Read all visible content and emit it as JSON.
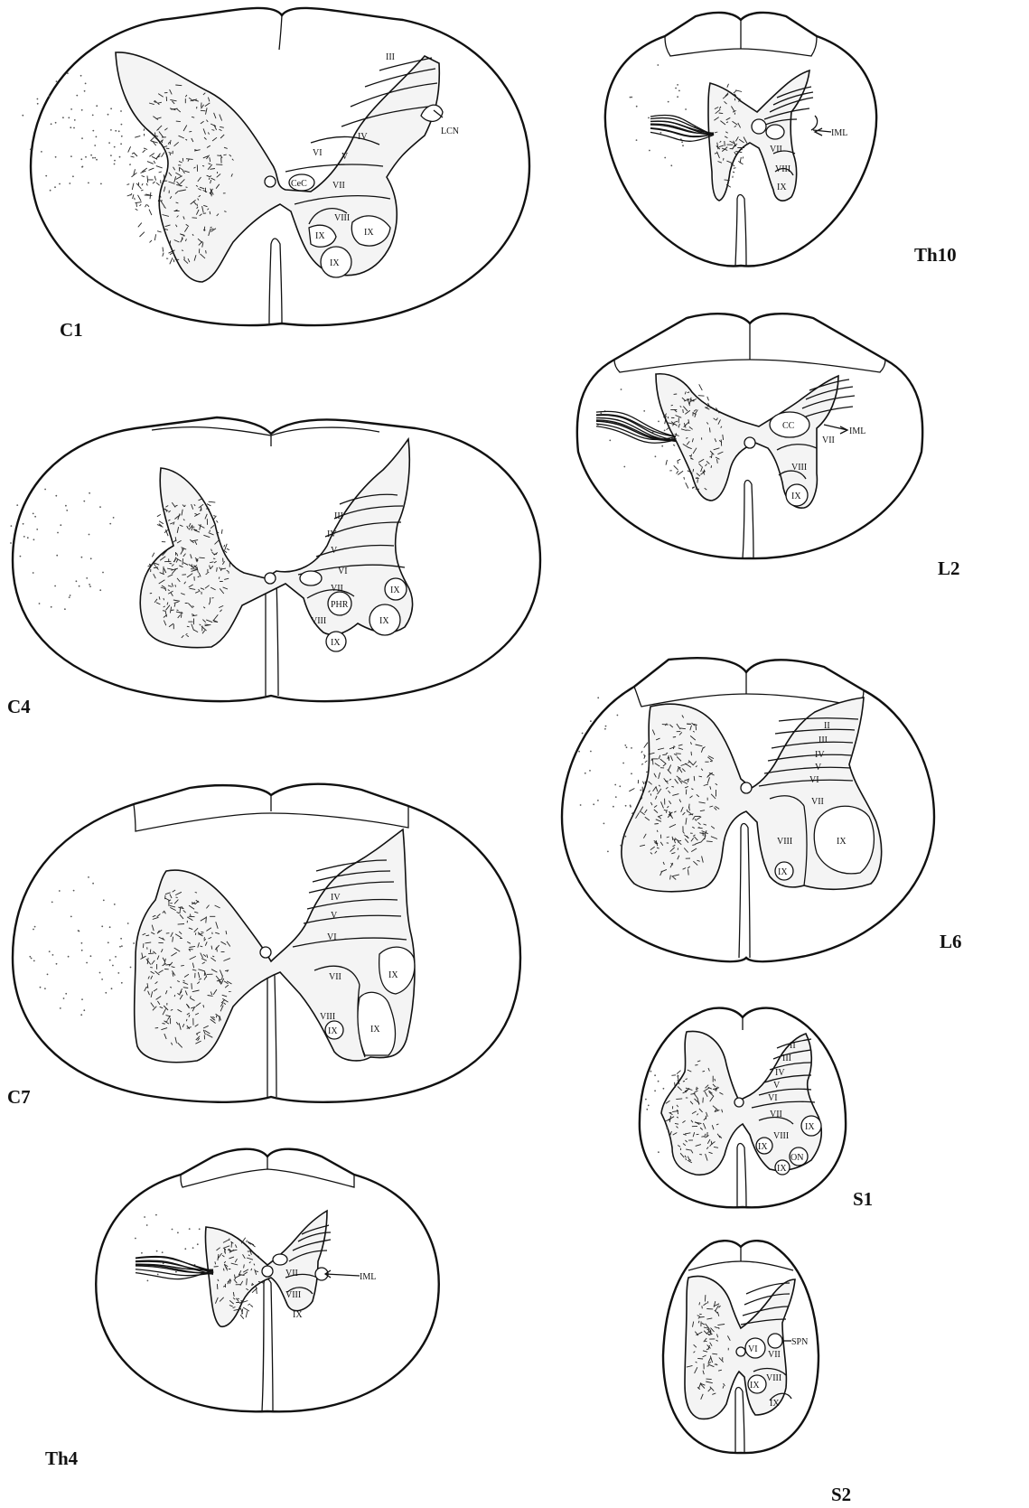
{
  "sections": [
    {
      "id": "C1",
      "label": "C1",
      "laminae": [
        "III",
        "IV",
        "V",
        "VI",
        "CeC",
        "VII",
        "VIII",
        "IX",
        "IX",
        "IX"
      ],
      "annotations": [
        "LCN"
      ]
    },
    {
      "id": "C4",
      "label": "C4",
      "laminae": [
        "III",
        "IV",
        "V",
        "VI",
        "VII",
        "PHR",
        "IX",
        "VIII",
        "IX",
        "IX"
      ],
      "annotations": []
    },
    {
      "id": "C7",
      "label": "C7",
      "laminae": [
        "IV",
        "V",
        "VI",
        "VII",
        "IX",
        "VIII",
        "IX",
        "IX"
      ],
      "annotations": []
    },
    {
      "id": "Th4",
      "label": "Th4",
      "laminae": [
        "VII",
        "VIII",
        "IX"
      ],
      "annotations": [
        "IML"
      ]
    },
    {
      "id": "Th10",
      "label": "Th10",
      "laminae": [
        "VII",
        "VIII",
        "IX"
      ],
      "annotations": [
        "IML"
      ]
    },
    {
      "id": "L2",
      "label": "L2",
      "laminae": [
        "CC",
        "VII",
        "VIII",
        "IX"
      ],
      "annotations": [
        "IML"
      ]
    },
    {
      "id": "L6",
      "label": "L6",
      "laminae": [
        "II",
        "III",
        "IV",
        "V",
        "VI",
        "VII",
        "VIII",
        "IX",
        "IX"
      ],
      "annotations": []
    },
    {
      "id": "S1",
      "label": "S1",
      "laminae": [
        "II",
        "III",
        "IV",
        "V",
        "VI",
        "VII",
        "VIII",
        "IX",
        "IX",
        "ON",
        "IX"
      ],
      "annotations": []
    },
    {
      "id": "S2",
      "label": "S2",
      "laminae": [
        "VI",
        "VII",
        "VIII",
        "IX",
        "IX"
      ],
      "annotations": [
        "SPN"
      ]
    }
  ],
  "colors": {
    "line": "#111111",
    "background": "#ffffff"
  }
}
